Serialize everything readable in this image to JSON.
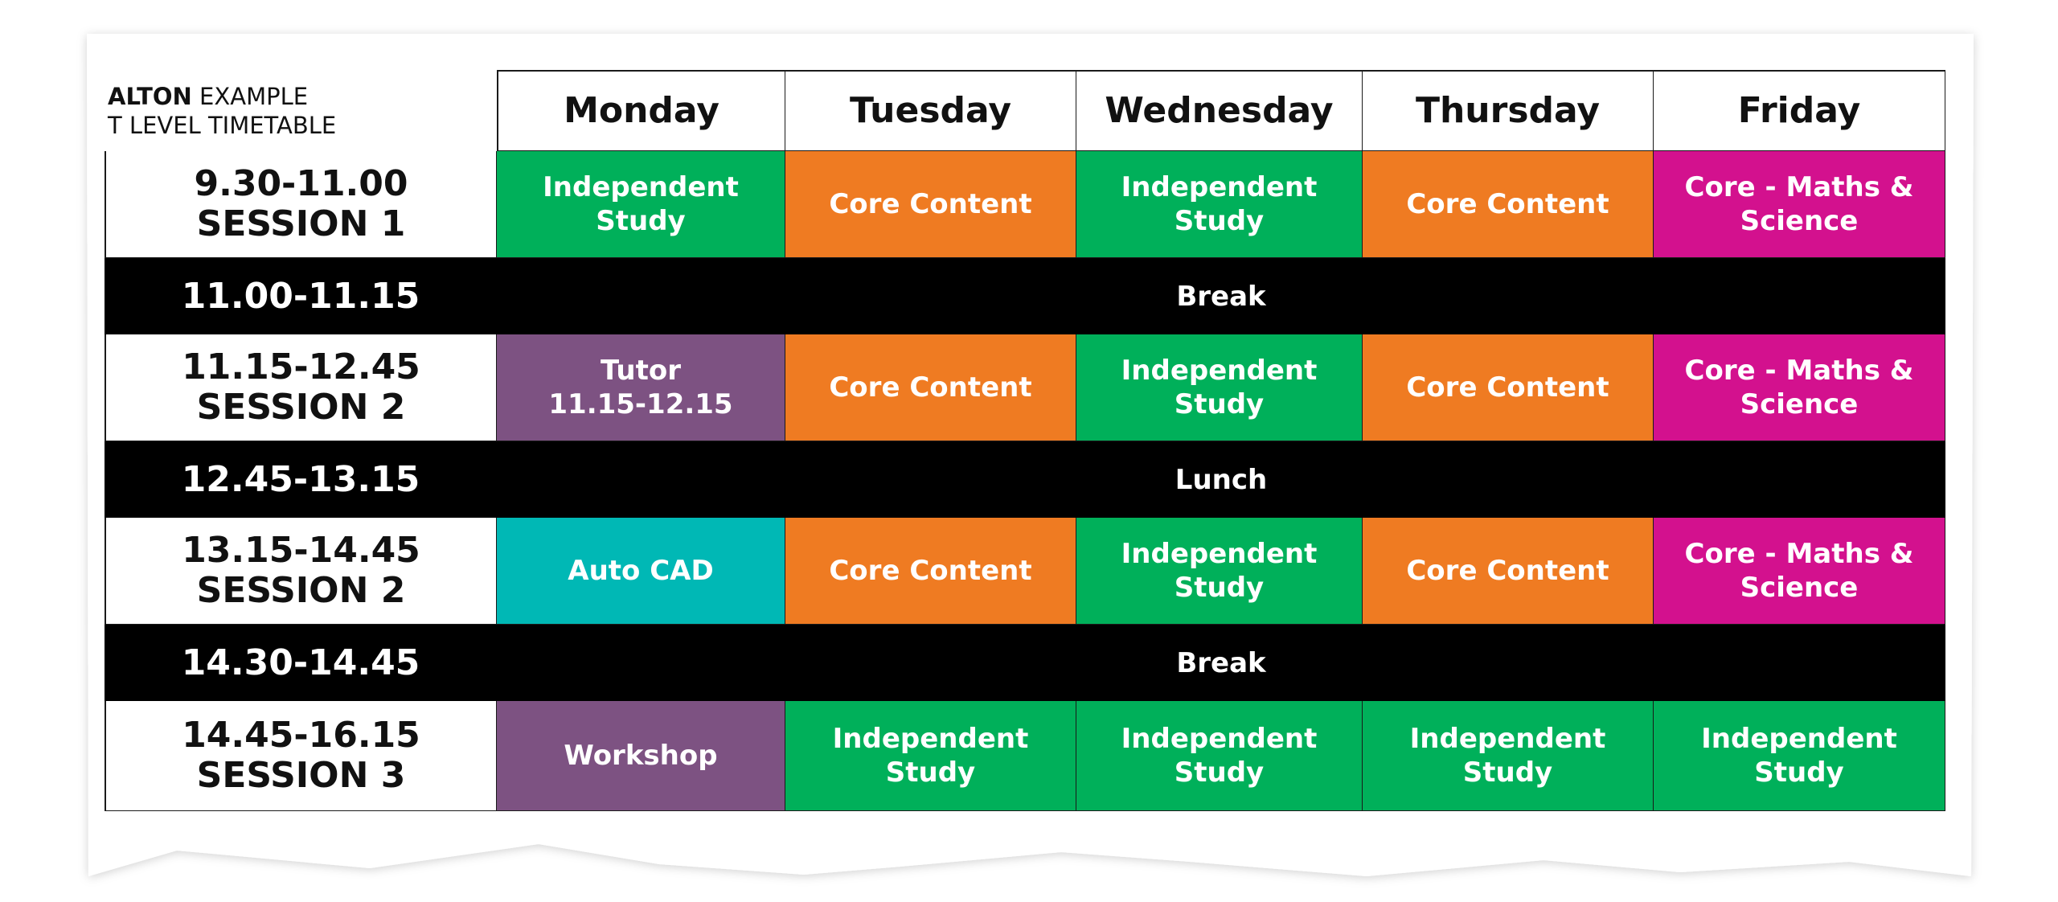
{
  "header": {
    "brand": "ALTON",
    "title_rest": "EXAMPLE",
    "subtitle": "T LEVEL TIMETABLE"
  },
  "days": [
    "Monday",
    "Tuesday",
    "Wednesday",
    "Thursday",
    "Friday"
  ],
  "rows": [
    {
      "time": "9.30-11.00\nSESSION 1",
      "cells": [
        {
          "label": "Independent\nStudy",
          "color": "#00b05a"
        },
        {
          "label": "Core Content",
          "color": "#ef7b22"
        },
        {
          "label": "Independent\nStudy",
          "color": "#00b05a"
        },
        {
          "label": "Core Content",
          "color": "#ef7b22"
        },
        {
          "label": "Core - Maths &\nScience",
          "color": "#d3118e"
        }
      ]
    },
    {
      "time": "11.00-11.15",
      "break_label": "Break"
    },
    {
      "time": "11.15-12.45\nSESSION 2",
      "cells": [
        {
          "label": "Tutor\n11.15-12.15",
          "color": "#7d5282"
        },
        {
          "label": "Core Content",
          "color": "#ef7b22"
        },
        {
          "label": "Independent\nStudy",
          "color": "#00b05a"
        },
        {
          "label": "Core Content",
          "color": "#ef7b22"
        },
        {
          "label": "Core - Maths &\nScience",
          "color": "#d3118e"
        }
      ]
    },
    {
      "time": "12.45-13.15",
      "break_label": "Lunch"
    },
    {
      "time": "13.15-14.45\nSESSION 2",
      "cells": [
        {
          "label": "Auto CAD",
          "color": "#00b8b5"
        },
        {
          "label": "Core Content",
          "color": "#ef7b22"
        },
        {
          "label": "Independent\nStudy",
          "color": "#00b05a"
        },
        {
          "label": "Core Content",
          "color": "#ef7b22"
        },
        {
          "label": "Core - Maths &\nScience",
          "color": "#d3118e"
        }
      ]
    },
    {
      "time": "14.30-14.45",
      "break_label": "Break"
    },
    {
      "time": "14.45-16.15\nSESSION 3",
      "cells": [
        {
          "label": "Workshop",
          "color": "#7d5282"
        },
        {
          "label": "Independent\nStudy",
          "color": "#00b05a"
        },
        {
          "label": "Independent\nStudy",
          "color": "#00b05a"
        },
        {
          "label": "Independent\nStudy",
          "color": "#00b05a"
        },
        {
          "label": "Independent\nStudy",
          "color": "#00b05a"
        }
      ]
    }
  ]
}
